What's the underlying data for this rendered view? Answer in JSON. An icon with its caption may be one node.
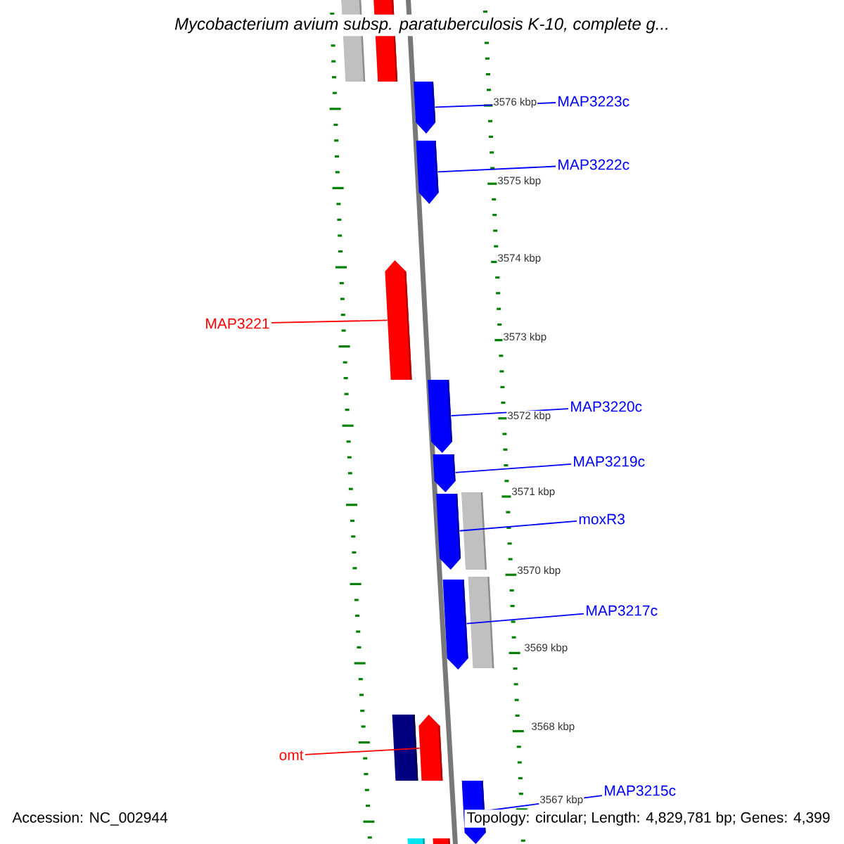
{
  "diagram": {
    "title": "Mycobacterium avium subsp. paratuberculosis K-10, complete g...",
    "nodes": [
      {
        "text": [
          "MAP3223c"
        ]
      },
      {
        "text": [
          "MAP3222c"
        ]
      },
      {
        "text": [
          "MAP3221"
        ]
      },
      {
        "text": [
          "MAP3220c"
        ]
      },
      {
        "text": [
          "MAP3219c"
        ]
      },
      {
        "text": [
          "moxR3"
        ]
      },
      {
        "text": [
          "MAP3217c"
        ]
      },
      {
        "text": [
          "omt"
        ]
      },
      {
        "text": [
          "MAP3215c"
        ]
      },
      {
        "text": [],
        "shape": "bar"
      },
      {
        "text": [],
        "shape": "bar"
      },
      {
        "text": [],
        "shape": "bar"
      },
      {
        "text": [],
        "shape": "bar"
      },
      {
        "text": [],
        "shape": "bar"
      },
      {
        "text": [],
        "shape": "bar"
      },
      {
        "text": [],
        "shape": "bar"
      },
      {
        "text": [],
        "shape": "bar"
      },
      {
        "text": [],
        "shape": "bar"
      },
      {
        "text": [],
        "shape": "bar"
      },
      {
        "text": [],
        "shape": "bar"
      },
      {
        "text": [],
        "shape": "bar"
      },
      {
        "text": [],
        "shape": "bar"
      },
      {
        "text": [],
        "shape": "bar"
      },
      {
        "text": [],
        "shape": "bar"
      },
      {
        "text": [],
        "shape": "bar"
      }
    ],
    "edges": [
      {
        "from": 0,
        "to": 11,
        "arrow": "none"
      },
      {
        "from": 1,
        "to": 12,
        "arrow": "none"
      },
      {
        "from": 2,
        "to": 13,
        "arrow": "none",
        "color": "#ff0000"
      },
      {
        "from": 3,
        "to": 14,
        "arrow": "none"
      },
      {
        "from": 4,
        "to": 15,
        "arrow": "none"
      },
      {
        "from": 5,
        "to": 16,
        "arrow": "none"
      },
      {
        "from": 6,
        "to": 18,
        "arrow": "none"
      },
      {
        "from": 7,
        "to": 21,
        "arrow": "none",
        "color": "#ff0000"
      },
      {
        "from": 8,
        "to": 22,
        "arrow": "none"
      }
    ],
    "labels": [
      "3576 kbp",
      "3575 kbp",
      "3574 kbp",
      "3573 kbp",
      "3572 kbp",
      "3571 kbp",
      "3570 kbp",
      "3569 kbp",
      "3568 kbp",
      "3567 kbp",
      "Accession: NC_002944",
      "Topology: circular; Length: 4,829,781 bp; Genes: 4,399"
    ]
  }
}
